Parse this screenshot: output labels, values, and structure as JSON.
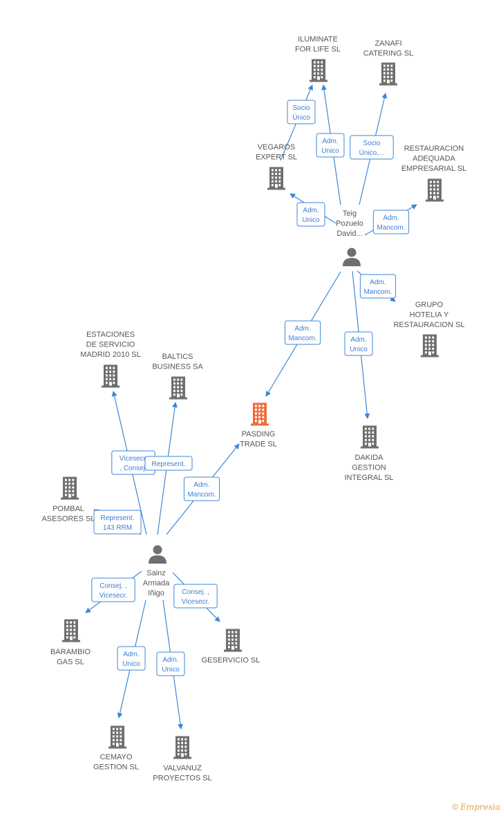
{
  "colors": {
    "edge": "#3d86d8",
    "edge_text": "#3b7fd4",
    "company": "#6f6f6f",
    "company_focus": "#f26b3a",
    "person": "#6f6f6f",
    "label": "#555555"
  },
  "footer": {
    "copyright_icon": "copyright-icon",
    "brand": "Empresia",
    "copy_symbol": "©"
  },
  "nodes": [
    {
      "id": "iluminate",
      "kind": "company",
      "label": [
        "ILUMINATE",
        "FOR LIFE SL"
      ]
    },
    {
      "id": "zanafi",
      "kind": "company",
      "label": [
        "ZANAFI",
        "CATERING SL"
      ]
    },
    {
      "id": "vegaros",
      "kind": "company",
      "label": [
        "VEGAROS",
        "EXPERT SL"
      ]
    },
    {
      "id": "restauracion",
      "kind": "company",
      "label": [
        "RESTAURACION",
        "ADEQUADA",
        "EMPRESARIAL SL"
      ]
    },
    {
      "id": "teig",
      "kind": "person",
      "label": [
        "Teig",
        "Pozuelo",
        "David..."
      ]
    },
    {
      "id": "hotelia",
      "kind": "company",
      "label": [
        "GRUPO",
        "HOTELIA Y",
        "RESTAURACION SL"
      ]
    },
    {
      "id": "estaciones",
      "kind": "company",
      "label": [
        "ESTACIONES",
        "DE SERVICIO",
        "MADRID 2010 SL"
      ]
    },
    {
      "id": "baltics",
      "kind": "company",
      "label": [
        "BALTICS",
        "BUSINESS SA"
      ]
    },
    {
      "id": "pasding",
      "kind": "company_focus",
      "label": [
        "PASDING",
        "TRADE SL"
      ]
    },
    {
      "id": "dakida",
      "kind": "company",
      "label": [
        "DAKIDA",
        "GESTION",
        "INTEGRAL SL"
      ]
    },
    {
      "id": "pombal",
      "kind": "company",
      "label": [
        "POMBAL",
        "ASESORES SL"
      ]
    },
    {
      "id": "sainz",
      "kind": "person",
      "label": [
        "Sainz",
        "Armada",
        "Iñigo"
      ]
    },
    {
      "id": "barambio",
      "kind": "company",
      "label": [
        "BARAMBIO",
        "GAS SL"
      ]
    },
    {
      "id": "geservicio",
      "kind": "company",
      "label": [
        "GESERVICIO SL"
      ]
    },
    {
      "id": "cemayo",
      "kind": "company",
      "label": [
        "CEMAYO",
        "GESTION SL"
      ]
    },
    {
      "id": "valvanuz",
      "kind": "company",
      "label": [
        "VALVANUZ",
        "PROYECTOS SL"
      ]
    }
  ],
  "edges": [
    {
      "from": "vegaros",
      "to": "iluminate",
      "label": [
        "Socio",
        "Único"
      ]
    },
    {
      "from": "teig",
      "to": "iluminate",
      "label": [
        "Adm.",
        "Unico"
      ]
    },
    {
      "from": "teig",
      "to": "zanafi",
      "label": [
        "Socio",
        "Único,..."
      ]
    },
    {
      "from": "teig",
      "to": "vegaros",
      "label": [
        "Adm.",
        "Unico"
      ]
    },
    {
      "from": "teig",
      "to": "restauracion",
      "label": [
        "Adm.",
        "Mancom."
      ]
    },
    {
      "from": "teig",
      "to": "hotelia",
      "label": [
        "Adm.",
        "Mancom."
      ]
    },
    {
      "from": "teig",
      "to": "pasding",
      "label": [
        "Adm.",
        "Mancom."
      ]
    },
    {
      "from": "teig",
      "to": "dakida",
      "label": [
        "Adm.",
        "Unico"
      ]
    },
    {
      "from": "sainz",
      "to": "estaciones",
      "label": [
        "Vicesecr.",
        ", Consej."
      ]
    },
    {
      "from": "sainz",
      "to": "baltics",
      "label": [
        "Represent."
      ]
    },
    {
      "from": "sainz",
      "to": "pasding",
      "label": [
        "Adm.",
        "Mancom."
      ]
    },
    {
      "from": "sainz",
      "to": "pombal",
      "label": [
        "Represent.",
        "143 RRM"
      ]
    },
    {
      "from": "sainz",
      "to": "barambio",
      "label": [
        "Consej. ,",
        "Vicesecr."
      ]
    },
    {
      "from": "sainz",
      "to": "geservicio",
      "label": [
        "Consej. ,",
        "Vicesecr."
      ]
    },
    {
      "from": "sainz",
      "to": "cemayo",
      "label": [
        "Adm.",
        "Unico"
      ]
    },
    {
      "from": "sainz",
      "to": "valvanuz",
      "label": [
        "Adm.",
        "Unico"
      ]
    }
  ]
}
